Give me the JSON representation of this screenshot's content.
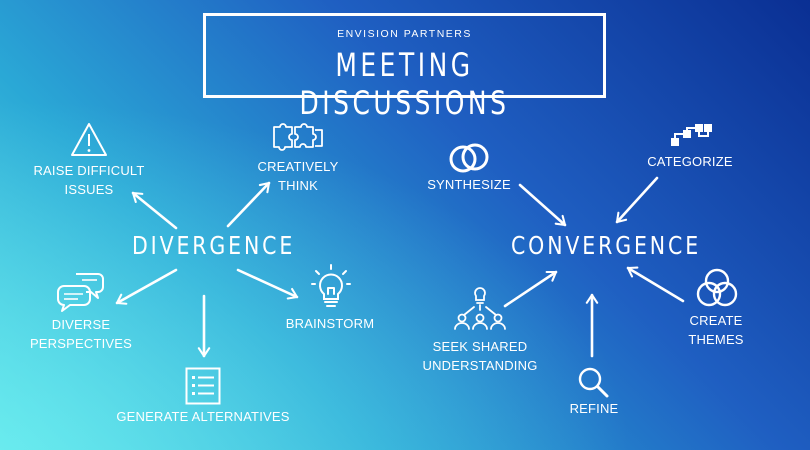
{
  "header": {
    "subtitle": "ENVISION PARTNERS",
    "title": "MEETING DISCUSSIONS"
  },
  "hubs": {
    "divergence": "DIVERGENCE",
    "convergence": "CONVERGENCE"
  },
  "divergence_items": {
    "raise_difficult_issues": [
      "RAISE DIFFICULT",
      "ISSUES"
    ],
    "creatively_think": [
      "CREATIVELY",
      "THINK"
    ],
    "diverse_perspectives": [
      "DIVERSE",
      "PERSPECTIVES"
    ],
    "brainstorm": [
      "BRAINSTORM"
    ],
    "generate_alternatives": [
      "GENERATE ALTERNATIVES"
    ]
  },
  "convergence_items": {
    "synthesize": [
      "SYNTHESIZE"
    ],
    "categorize": [
      "CATEGORIZE"
    ],
    "seek_shared_understanding": [
      "SEEK SHARED",
      "UNDERSTANDING"
    ],
    "refine": [
      "REFINE"
    ],
    "create_themes": [
      "CREATE",
      "THEMES"
    ]
  },
  "icons": {
    "raise_difficult_issues": "warning-triangle-icon",
    "creatively_think": "puzzle-pieces-icon",
    "diverse_perspectives": "chat-bubbles-icon",
    "brainstorm": "lightbulb-icon",
    "generate_alternatives": "checklist-icon",
    "synthesize": "overlapping-circles-icon",
    "categorize": "hierarchy-blocks-icon",
    "seek_shared_understanding": "team-idea-icon",
    "refine": "magnifier-icon",
    "create_themes": "venn-circles-icon"
  },
  "colors": {
    "foreground": "#ffffff",
    "bg_dark_blue": "#0a2f93",
    "bg_teal": "#58dfe6"
  }
}
